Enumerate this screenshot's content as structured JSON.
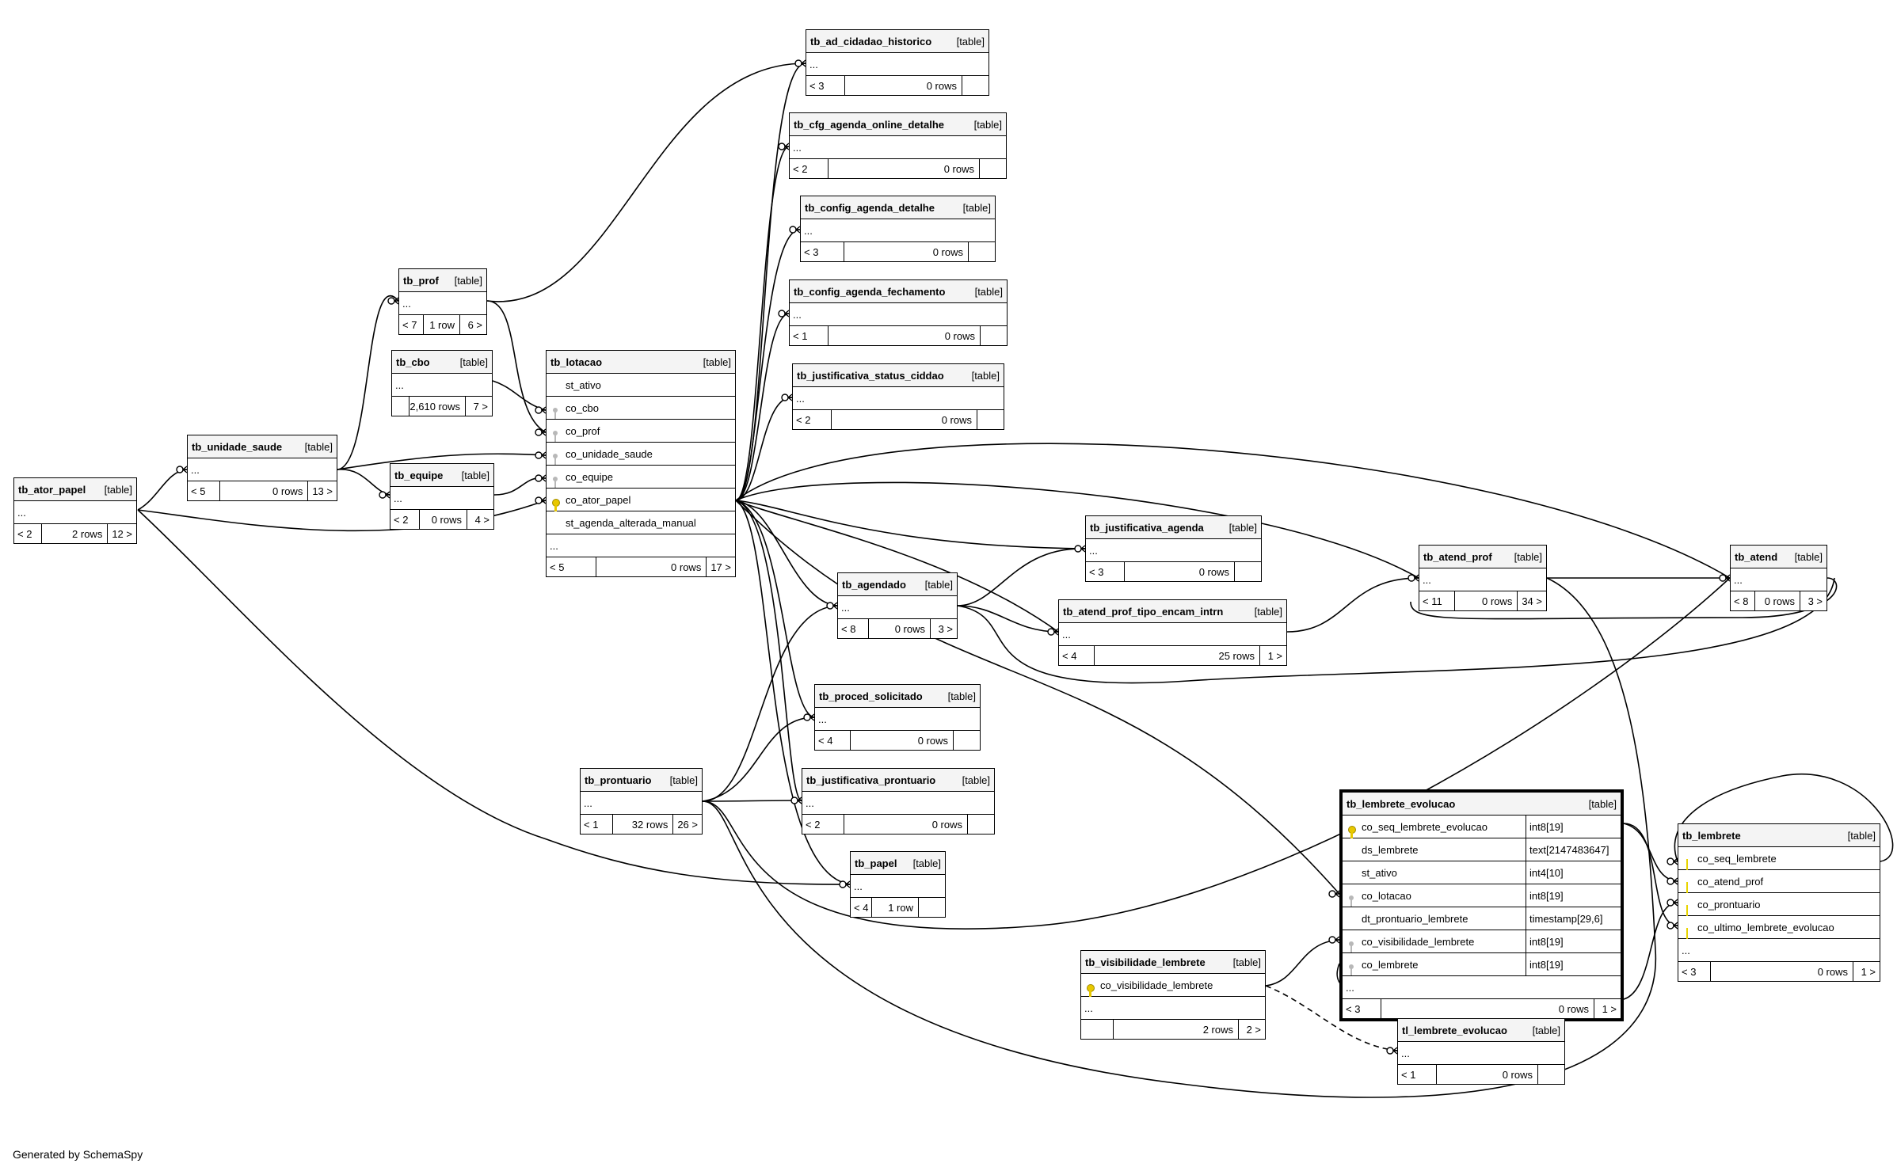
{
  "footer": "Generated by SchemaSpy",
  "tables": [
    {
      "id": "tb_ator_papel",
      "name": "tb_ator_papel",
      "type": "[table]",
      "cols": [],
      "prev": "< 2",
      "rows": "2 rows",
      "children": "12 >"
    },
    {
      "id": "tb_unidade_saude",
      "name": "tb_unidade_saude",
      "type": "[table]",
      "cols": [],
      "prev": "< 5",
      "rows": "0 rows",
      "children": "13 >"
    },
    {
      "id": "tb_prof",
      "name": "tb_prof",
      "type": "[table]",
      "cols": [],
      "prev": "< 7",
      "rows": "1 row",
      "children": "6 >"
    },
    {
      "id": "tb_cbo",
      "name": "tb_cbo",
      "type": "[table]",
      "cols": [],
      "prev": "",
      "rows": "2,610 rows",
      "children": "7 >"
    },
    {
      "id": "tb_equipe",
      "name": "tb_equipe",
      "type": "[table]",
      "cols": [],
      "prev": "< 2",
      "rows": "0 rows",
      "children": "4 >"
    },
    {
      "id": "tb_lotacao",
      "name": "tb_lotacao",
      "type": "[table]",
      "cols": [
        {
          "name": "st_ativo",
          "key": ""
        },
        {
          "name": "co_cbo",
          "key": "fk"
        },
        {
          "name": "co_prof",
          "key": "fk"
        },
        {
          "name": "co_unidade_saude",
          "key": "fk"
        },
        {
          "name": "co_equipe",
          "key": "fk"
        },
        {
          "name": "co_ator_papel",
          "key": "pk"
        },
        {
          "name": "st_agenda_alterada_manual",
          "key": ""
        }
      ],
      "prev": "< 5",
      "rows": "0 rows",
      "children": "17 >"
    },
    {
      "id": "tb_prontuario",
      "name": "tb_prontuario",
      "type": "[table]",
      "cols": [],
      "prev": "< 1",
      "rows": "32 rows",
      "children": "26 >"
    },
    {
      "id": "tb_ad_cidadao_historico",
      "name": "tb_ad_cidadao_historico",
      "type": "[table]",
      "cols": [],
      "prev": "< 3",
      "rows": "0 rows",
      "children": ""
    },
    {
      "id": "tb_cfg_agenda_online_detalhe",
      "name": "tb_cfg_agenda_online_detalhe",
      "type": "[table]",
      "cols": [],
      "prev": "< 2",
      "rows": "0 rows",
      "children": ""
    },
    {
      "id": "tb_config_agenda_detalhe",
      "name": "tb_config_agenda_detalhe",
      "type": "[table]",
      "cols": [],
      "prev": "< 3",
      "rows": "0 rows",
      "children": ""
    },
    {
      "id": "tb_config_agenda_fechamento",
      "name": "tb_config_agenda_fechamento",
      "type": "[table]",
      "cols": [],
      "prev": "< 1",
      "rows": "0 rows",
      "children": ""
    },
    {
      "id": "tb_justificativa_status_cidadao",
      "name": "tb_justificativa_status_ciddao",
      "type": "[table]",
      "cols": [],
      "prev": "< 2",
      "rows": "0 rows",
      "children": ""
    },
    {
      "id": "tb_agendado",
      "name": "tb_agendado",
      "type": "[table]",
      "cols": [],
      "prev": "< 8",
      "rows": "0 rows",
      "children": "3 >"
    },
    {
      "id": "tb_proced_solicitado",
      "name": "tb_proced_solicitado",
      "type": "[table]",
      "cols": [],
      "prev": "< 4",
      "rows": "0 rows",
      "children": ""
    },
    {
      "id": "tb_justificativa_prontuario",
      "name": "tb_justificativa_prontuario",
      "type": "[table]",
      "cols": [],
      "prev": "< 2",
      "rows": "0 rows",
      "children": ""
    },
    {
      "id": "tb_papel",
      "name": "tb_papel",
      "type": "[table]",
      "cols": [],
      "prev": "< 4",
      "rows": "1 row",
      "children": ""
    },
    {
      "id": "tb_justificativa_agenda",
      "name": "tb_justificativa_agenda",
      "type": "[table]",
      "cols": [],
      "prev": "< 3",
      "rows": "0 rows",
      "children": ""
    },
    {
      "id": "tb_atend_prof_tipo_encam_intrn",
      "name": "tb_atend_prof_tipo_encam_intrn",
      "type": "[table]",
      "cols": [],
      "prev": "< 4",
      "rows": "25 rows",
      "children": "1 >"
    },
    {
      "id": "tb_atend_prof",
      "name": "tb_atend_prof",
      "type": "[table]",
      "cols": [],
      "prev": "< 11",
      "rows": "0 rows",
      "children": "34 >"
    },
    {
      "id": "tb_atend",
      "name": "tb_atend",
      "type": "[table]",
      "cols": [],
      "prev": "< 8",
      "rows": "0 rows",
      "children": "3 >"
    },
    {
      "id": "tb_lembrete_evolucao",
      "name": "tb_lembrete_evolucao",
      "type": "[table]",
      "cols": [
        {
          "name": "co_seq_lembrete_evolucao",
          "key": "pk",
          "dtype": "int8[19]"
        },
        {
          "name": "ds_lembrete",
          "key": "",
          "dtype": "text[2147483647]"
        },
        {
          "name": "st_ativo",
          "key": "",
          "dtype": "int4[10]"
        },
        {
          "name": "co_lotacao",
          "key": "fk",
          "dtype": "int8[19]"
        },
        {
          "name": "dt_prontuario_lembrete",
          "key": "",
          "dtype": "timestamp[29,6]"
        },
        {
          "name": "co_visibilidade_lembrete",
          "key": "fk",
          "dtype": "int8[19]"
        },
        {
          "name": "co_lembrete",
          "key": "fk",
          "dtype": "int8[19]"
        }
      ],
      "prev": "< 3",
      "rows": "0 rows",
      "children": "1 >"
    },
    {
      "id": "tb_visibilidade_lembrete",
      "name": "tb_visibilidade_lembrete",
      "type": "[table]",
      "cols": [
        {
          "name": "co_visibilidade_lembrete",
          "key": "pk"
        }
      ],
      "prev": "",
      "rows": "2 rows",
      "children": "2 >"
    },
    {
      "id": "tl_lembrete_evolucao",
      "name": "tl_lembrete_evolucao",
      "type": "[table]",
      "cols": [],
      "prev": "< 1",
      "rows": "0 rows",
      "children": ""
    },
    {
      "id": "tb_lembrete",
      "name": "tb_lembrete",
      "type": "[table]",
      "cols": [
        {
          "name": "co_seq_lembrete",
          "key": "bar"
        },
        {
          "name": "co_atend_prof",
          "key": "bar"
        },
        {
          "name": "co_prontuario",
          "key": "bar"
        },
        {
          "name": "co_ultimo_lembrete_evolucao",
          "key": "bar"
        }
      ],
      "prev": "< 3",
      "rows": "0 rows",
      "children": "1 >"
    }
  ]
}
